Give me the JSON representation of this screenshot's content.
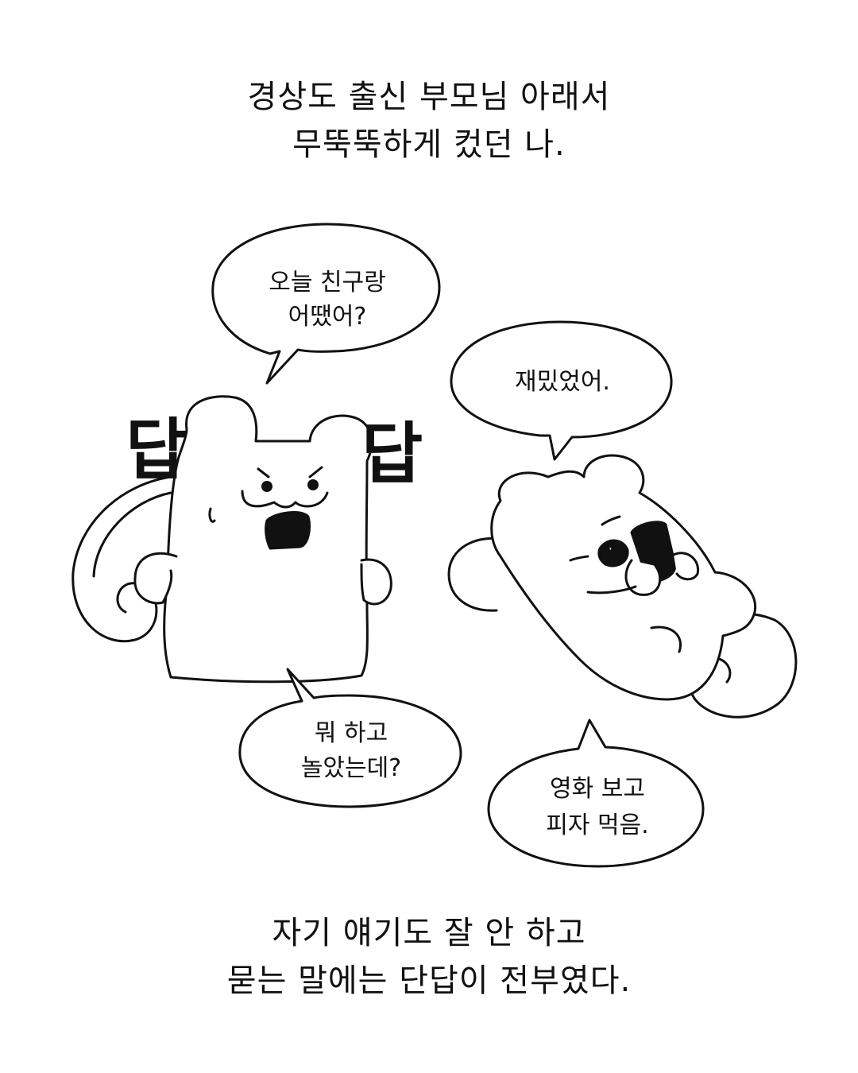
{
  "caption_top": {
    "line1": "경상도 출신 부모님 아래서",
    "line2": "무뚝뚝하게 컸던 나."
  },
  "caption_bottom": {
    "line1": "자기 얘기도 잘 안 하고",
    "line2": "묻는 말에는 단답이 전부였다."
  },
  "bubbles": {
    "parent_q1": {
      "line1": "오늘 친구랑",
      "line2": "어땠어?"
    },
    "child_a1": {
      "line1": "재밌었어."
    },
    "parent_q2": {
      "line1": "뭐 하고",
      "line2": "놀았는데?"
    },
    "child_a2": {
      "line1": "영화 보고",
      "line2": "피자 먹음."
    }
  },
  "sound_effects": {
    "left": "답",
    "right": "답"
  }
}
